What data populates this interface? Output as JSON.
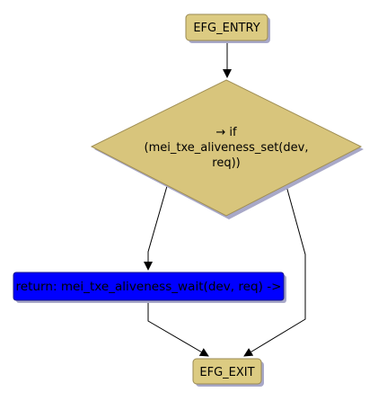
{
  "colors": {
    "terminal_fill": "#dccb82",
    "terminal_stroke": "#9a8a52",
    "decision_fill": "#d8c57c",
    "decision_stroke": "#a08f55",
    "process_fill": "#0000ff",
    "process_stroke": "#1a1a8a",
    "shadow": "#a8a8c8",
    "edge": "#000000"
  },
  "nodes": {
    "entry": {
      "label": "EFG_ENTRY"
    },
    "decision": {
      "line1": "→ if",
      "line2": "(mei_txe_aliveness_set(dev,",
      "line3": "req))"
    },
    "process": {
      "label": "return: mei_txe_aliveness_wait(dev, req) ->"
    },
    "exit": {
      "label": "EFG_EXIT"
    }
  }
}
